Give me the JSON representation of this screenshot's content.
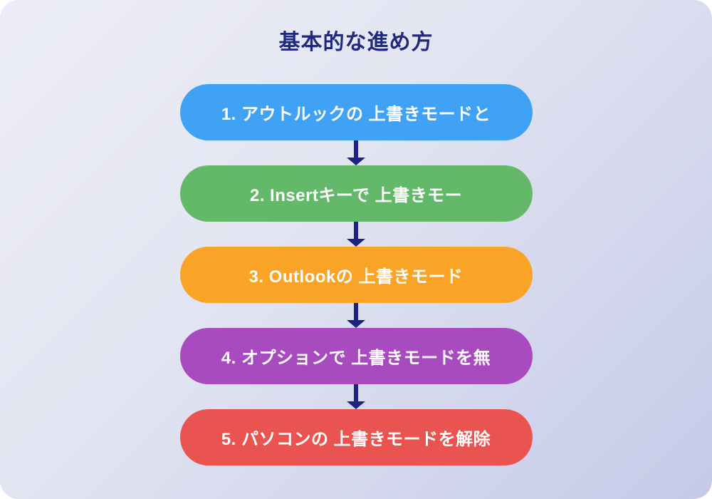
{
  "title": "基本的な進め方",
  "colors": {
    "background_start": "#ECEDF7",
    "background_end": "#C5CAE8",
    "title_text": "#1F2A7C",
    "arrow": "#1B2580",
    "step_text": "#FFFFFF"
  },
  "steps": [
    {
      "label": "1. アウトルックの 上書きモードと",
      "color": "#3FA2F5"
    },
    {
      "label": "2. Insertキーで 上書きモー",
      "color": "#63B969"
    },
    {
      "label": "3. Outlookの 上書きモード",
      "color": "#F9A426"
    },
    {
      "label": "4. オプションで 上書きモードを無",
      "color": "#A74BBF"
    },
    {
      "label": "5. パソコンの 上書きモードを解除",
      "color": "#E95450"
    }
  ]
}
